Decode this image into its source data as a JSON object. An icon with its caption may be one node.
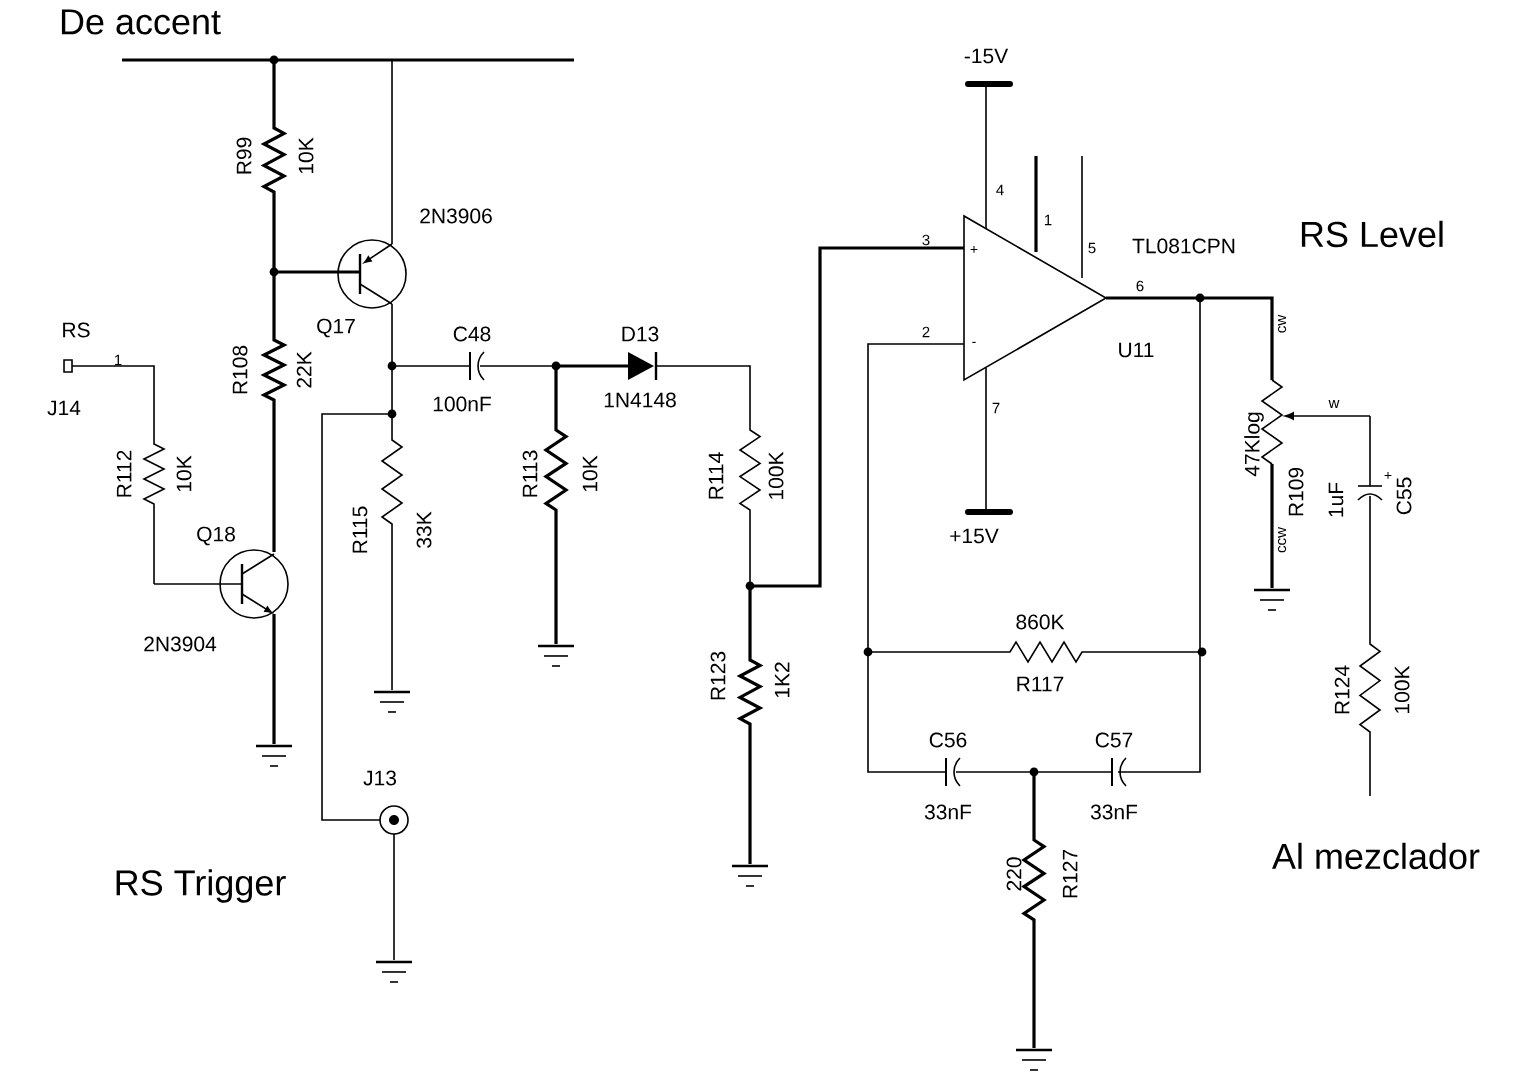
{
  "diagram": {
    "labels": [
      "De accent",
      "R99",
      "10K",
      "2N3906",
      "-15V",
      "4",
      "1",
      "3",
      "+",
      "5",
      "TL081CPN",
      "RS Level",
      "6",
      "RS",
      "1",
      "Q17",
      "C48",
      "D13",
      "2",
      "-",
      "U11",
      "cw",
      "J14",
      "R108",
      "22K",
      "100nF",
      "1N4148",
      "7",
      "w",
      "R112",
      "10K",
      "Q18",
      "R115",
      "33K",
      "R113",
      "10K",
      "R114",
      "100K",
      "+15V",
      "47Klog",
      "ccw",
      "R109",
      "1uF",
      "+",
      "C55",
      "2N3904",
      "R123",
      "1K2",
      "860K",
      "R117",
      "R124",
      "100K",
      "J13",
      "C56",
      "C57",
      "33nF",
      "33nF",
      "RS Trigger",
      "220",
      "R127",
      "Al mezclador"
    ]
  }
}
